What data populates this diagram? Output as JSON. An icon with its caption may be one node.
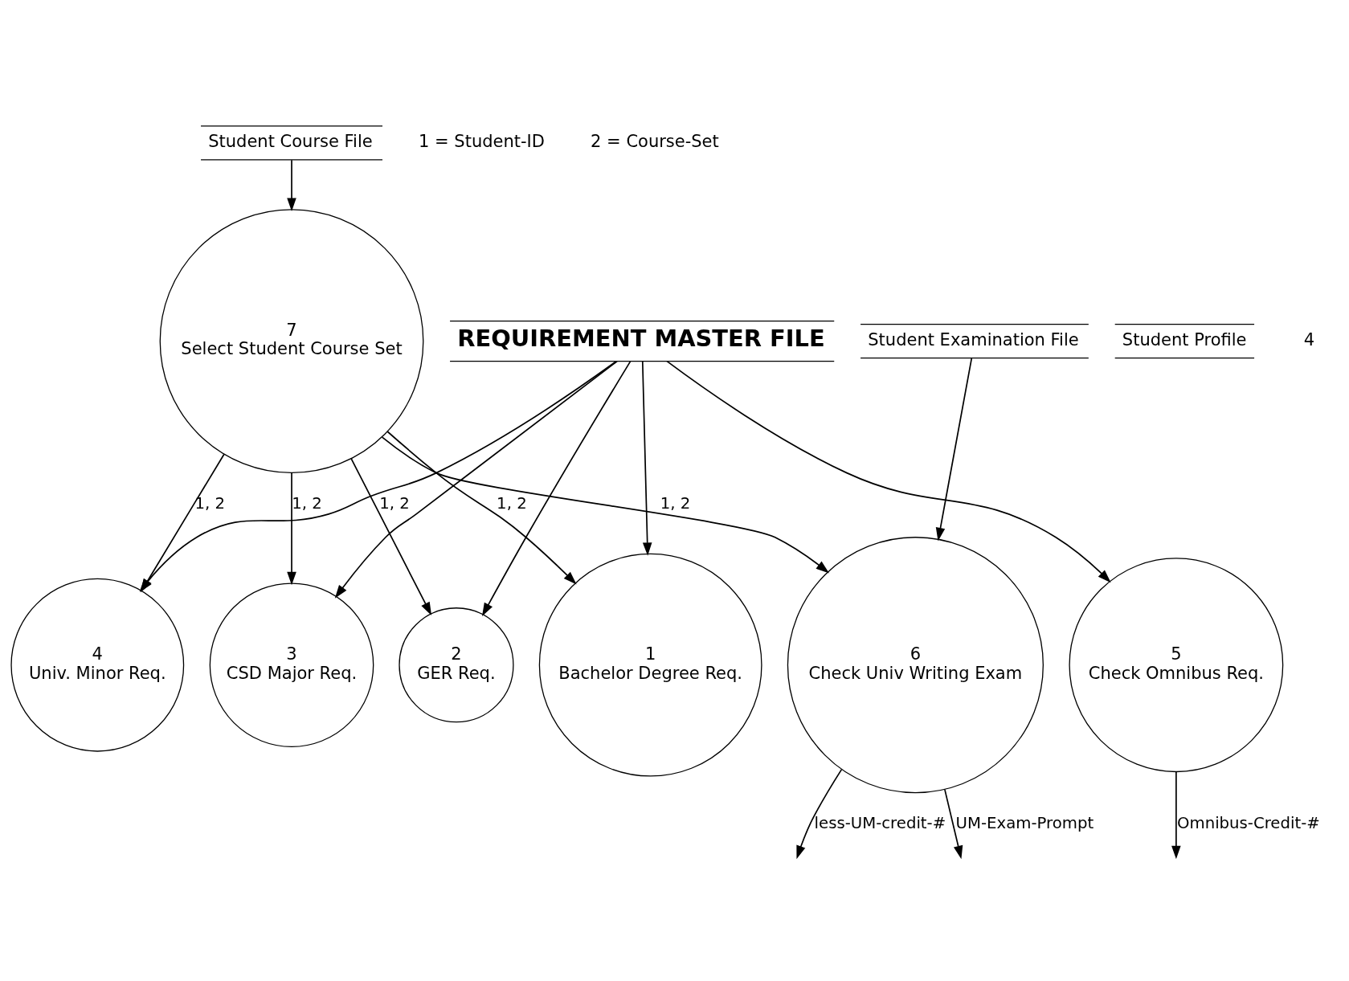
{
  "diagram": {
    "nodes": [
      {
        "text": [
          "Student Course File"
        ]
      },
      {
        "text": [
          "7",
          "Select Student Course Set"
        ]
      },
      {
        "text": [
          "1",
          "Bachelor Degree Req."
        ]
      },
      {
        "text": [
          "2",
          "GER Req."
        ]
      },
      {
        "text": [
          "3",
          "CSD Major Req."
        ]
      },
      {
        "text": [
          "4",
          "Univ. Minor Req."
        ]
      },
      {
        "text": [
          "5",
          "Check Omnibus Req."
        ]
      },
      {
        "text": [
          "6",
          "Check Univ Writing Exam"
        ]
      },
      {
        "text": [
          "REQUIREMENT MASTER FILE"
        ]
      },
      {
        "text": [
          "Student Examination File"
        ]
      },
      {
        "text": [
          "Student Profile"
        ]
      }
    ],
    "edges": [
      {
        "from": 0,
        "to": 1,
        "arrow": "to"
      },
      {
        "from": 1,
        "to": 2,
        "arrow": "to",
        "label": "1, 2"
      },
      {
        "from": 1,
        "to": 3,
        "arrow": "to",
        "label": "1, 2"
      },
      {
        "from": 1,
        "to": 4,
        "arrow": "to",
        "label": "1, 2"
      },
      {
        "from": 1,
        "to": 5,
        "arrow": "to",
        "label": "1, 2"
      },
      {
        "from": 1,
        "to": 7,
        "arrow": "to",
        "label": "1, 2"
      },
      {
        "from": 6,
        "to": null,
        "arrow": "to",
        "label": "Omnibus-Credit-#"
      },
      {
        "from": 7,
        "to": null,
        "arrow": "to",
        "label": "less-UM-credit-#"
      },
      {
        "from": 7,
        "to": null,
        "arrow": "to",
        "label": "UM-Exam-Prompt"
      },
      {
        "from": 8,
        "to": 2,
        "arrow": "to"
      },
      {
        "from": 8,
        "to": 3,
        "arrow": "to"
      },
      {
        "from": 8,
        "to": 4,
        "arrow": "to"
      },
      {
        "from": 8,
        "to": 5,
        "arrow": "to"
      },
      {
        "from": 8,
        "to": 6,
        "arrow": "to"
      },
      {
        "from": 9,
        "to": 7,
        "arrow": "to"
      }
    ],
    "labels": [
      "1 = Student-ID",
      "2 = Course-Set",
      "4"
    ]
  }
}
